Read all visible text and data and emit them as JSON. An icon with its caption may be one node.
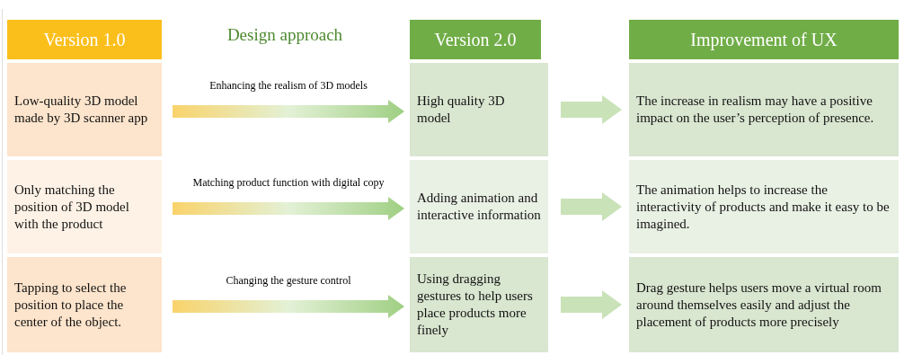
{
  "diagram": {
    "nodes": [
      {
        "text": [
          "Version 1.0"
        ]
      },
      {
        "text": [
          "Version 2.0"
        ]
      },
      {
        "text": [
          "Improvement of UX"
        ]
      },
      {
        "text": [
          "Low-quality 3D model made by 3D scanner app"
        ]
      },
      {
        "text": [
          "Only matching the position of 3D model with the product"
        ]
      },
      {
        "text": [
          "Tapping to select the position to place the center of the object."
        ]
      },
      {
        "text": [
          "High quality 3D model"
        ]
      },
      {
        "text": [
          "Adding animation and interactive information"
        ]
      },
      {
        "text": [
          "Using dragging gestures to help users place products more finely"
        ]
      },
      {
        "text": [
          "The increase in realism may have a positive impact on the user’s perception of presence."
        ]
      },
      {
        "text": [
          "The animation helps to increase the interactivity of products and make it easy to be imagined."
        ]
      },
      {
        "text": [
          "Drag gesture helps users move a virtual room around themselves easily and adjust the placement of products more precisely"
        ]
      }
    ],
    "edges": [
      {
        "from": 3,
        "to": 6,
        "arrow": "to",
        "label": "Enhancing the realism of 3D models"
      },
      {
        "from": 4,
        "to": 7,
        "arrow": "to",
        "label": "Matching product function with digital copy"
      },
      {
        "from": 5,
        "to": 8,
        "arrow": "to",
        "label": "Changing the gesture control"
      },
      {
        "from": 6,
        "to": 9,
        "arrow": "to",
        "color": "#c9e2b8"
      },
      {
        "from": 7,
        "to": 10,
        "arrow": "to",
        "color": "#c9e2b8"
      },
      {
        "from": 8,
        "to": 11,
        "arrow": "to",
        "color": "#c9e2b8"
      }
    ],
    "labels": [
      "Design approach"
    ]
  }
}
